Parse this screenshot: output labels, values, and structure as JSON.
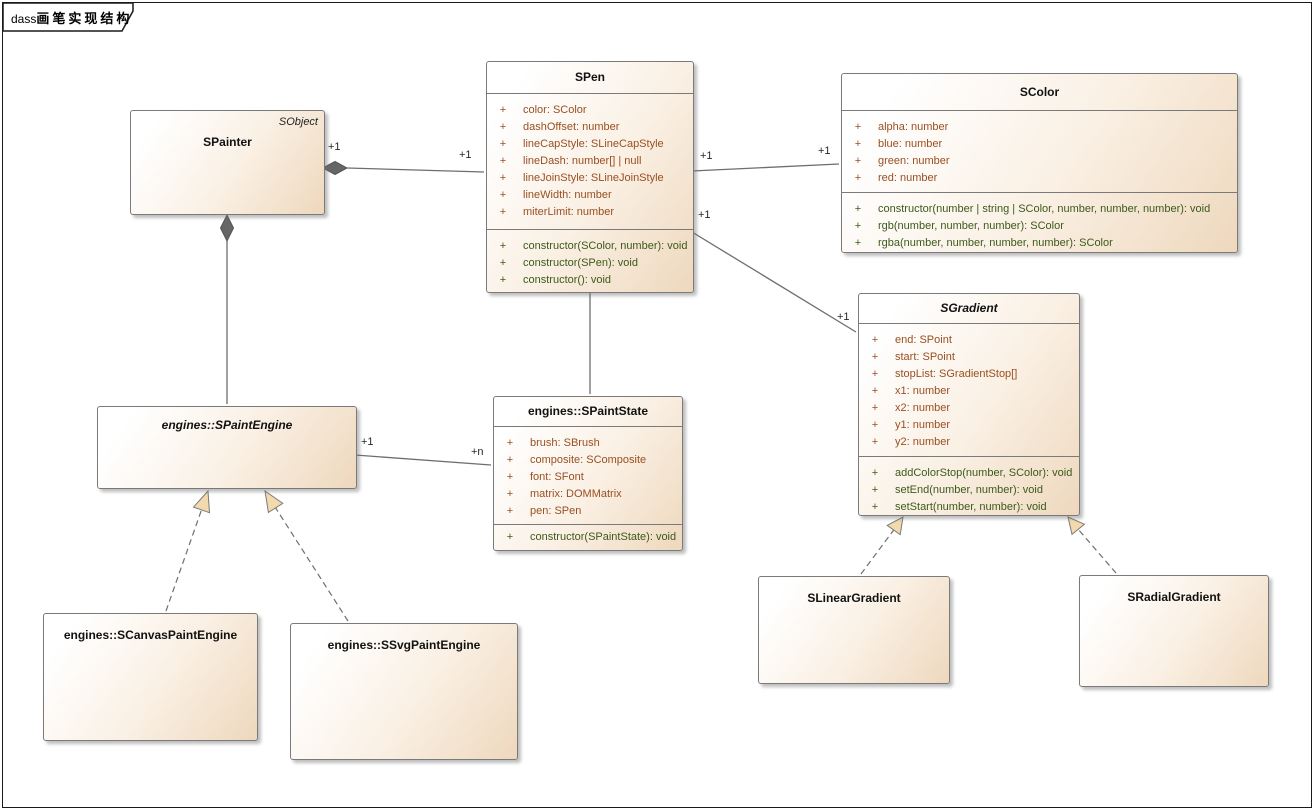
{
  "frame": {
    "prefix": "dass",
    "title": "画笔实现结构"
  },
  "symbols": {
    "visibility": "+"
  },
  "classes": {
    "spainter": {
      "title": "SPainter",
      "stereotype": "SObject"
    },
    "spen": {
      "title": "SPen",
      "attributes": [
        "color: SColor",
        "dashOffset: number",
        "lineCapStyle: SLineCapStyle",
        "lineDash: number[] | null",
        "lineJoinStyle: SLineJoinStyle",
        "lineWidth: number",
        "miterLimit: number"
      ],
      "methods": [
        "constructor(SColor, number): void",
        "constructor(SPen): void",
        "constructor(): void"
      ]
    },
    "scolor": {
      "title": "SColor",
      "attributes": [
        "alpha: number",
        "blue: number",
        "green: number",
        "red: number"
      ],
      "methods": [
        "constructor(number | string | SColor, number, number, number): void",
        "rgb(number, number, number): SColor",
        "rgba(number, number, number, number): SColor"
      ]
    },
    "sgradient": {
      "title": "SGradient",
      "attributes": [
        "end: SPoint",
        "start: SPoint",
        "stopList: SGradientStop[]",
        "x1: number",
        "x2: number",
        "y1: number",
        "y2: number"
      ],
      "methods": [
        "addColorStop(number, SColor): void",
        "setEnd(number, number): void",
        "setStart(number, number): void"
      ]
    },
    "spaintstate": {
      "title": "engines::SPaintState",
      "attributes": [
        "brush: SBrush",
        "composite: SComposite",
        "font: SFont",
        "matrix: DOMMatrix",
        "pen: SPen"
      ],
      "methods": [
        "constructor(SPaintState): void"
      ]
    },
    "spaintengine": {
      "title": "engines::SPaintEngine"
    },
    "scanvas": {
      "title": "engines::SCanvasPaintEngine"
    },
    "ssvg": {
      "title": "engines::SSvgPaintEngine"
    },
    "slinear": {
      "title": "SLinearGradient"
    },
    "sradial": {
      "title": "SRadialGradient"
    }
  },
  "multiplicities": {
    "painter_pen_painter": "+1",
    "painter_pen_pen": "+1",
    "pen_color_pen": "+1",
    "pen_color_color": "+1",
    "pen_gradient_pen": "+1",
    "pen_gradient_gradient": "+1",
    "engine_state_engine": "+1",
    "engine_state_state": "+n"
  },
  "colors": {
    "box_fill_light": "#ffffff",
    "box_fill_dark": "#eed8bd",
    "box_border": "#7a7a7a",
    "attribute_text": "#9a4f21",
    "method_text": "#3c5a1a",
    "connector": "#6e6e6e",
    "diamond_fill": "#666666",
    "triangle_fill": "#f2d9ae"
  }
}
